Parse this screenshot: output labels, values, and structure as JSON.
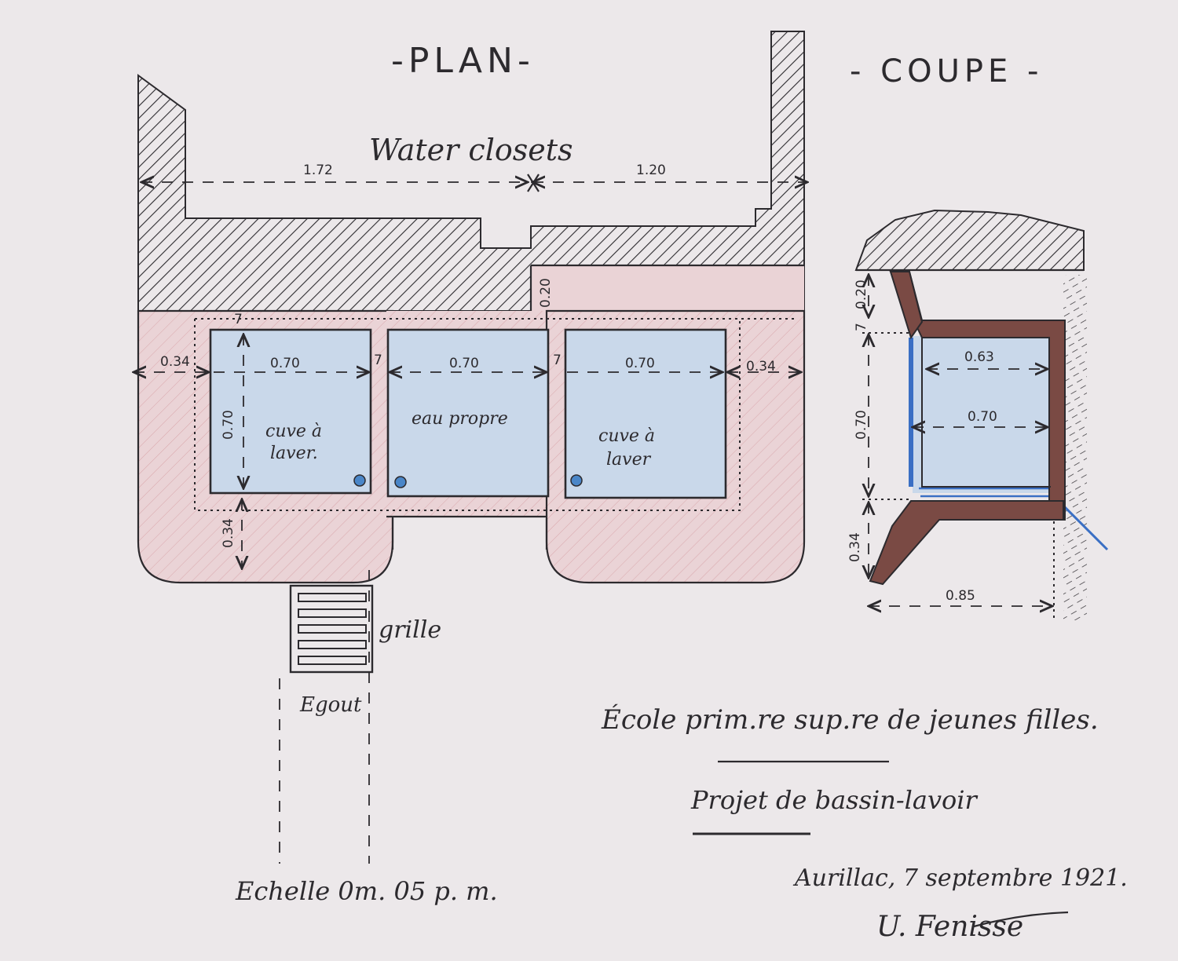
{
  "titles": {
    "plan": "-PLAN-",
    "coupe": "- COUPE -"
  },
  "plan": {
    "water_closets": "Water closets",
    "dims": {
      "wc_left": "1.72",
      "wc_right": "1.20",
      "wall": "0.20",
      "left_margin": "0.34",
      "right_margin": "0.34",
      "bottom_margin": "0.34",
      "basin_width_1": "0.70",
      "basin_width_2": "0.70",
      "basin_width_3": "0.70",
      "basin_depth": "0.70",
      "gap_1": "7",
      "gap_2": "7",
      "gap_top": "7"
    },
    "basins": [
      {
        "line1": "cuve à",
        "line2": "laver."
      },
      {
        "line1": "eau propre",
        "line2": ""
      },
      {
        "line1": "cuve à",
        "line2": "laver"
      }
    ],
    "grille": "grille",
    "egout": "Egout",
    "scale": "Echelle 0m. 05 p. m."
  },
  "coupe": {
    "dims": {
      "top": "0.20",
      "small": "7",
      "inner": "0.63",
      "width": "0.70",
      "height": "0.70",
      "bottom": "0.34",
      "base": "0.85"
    }
  },
  "caption": {
    "school": "École prim.re sup.re de jeunes filles.",
    "project": "Projet de bassin-lavoir",
    "place_date": "Aurillac, 7 septembre 1921.",
    "signature": "U. Fenisse"
  },
  "colors": {
    "paper": "#ece8ea",
    "ink": "#2c2a2e",
    "water": "#c9d8ea",
    "masonry_pink": "#e8cfd3",
    "section_wall": "#7a4a44",
    "blue_pencil": "#3a6fc4"
  }
}
